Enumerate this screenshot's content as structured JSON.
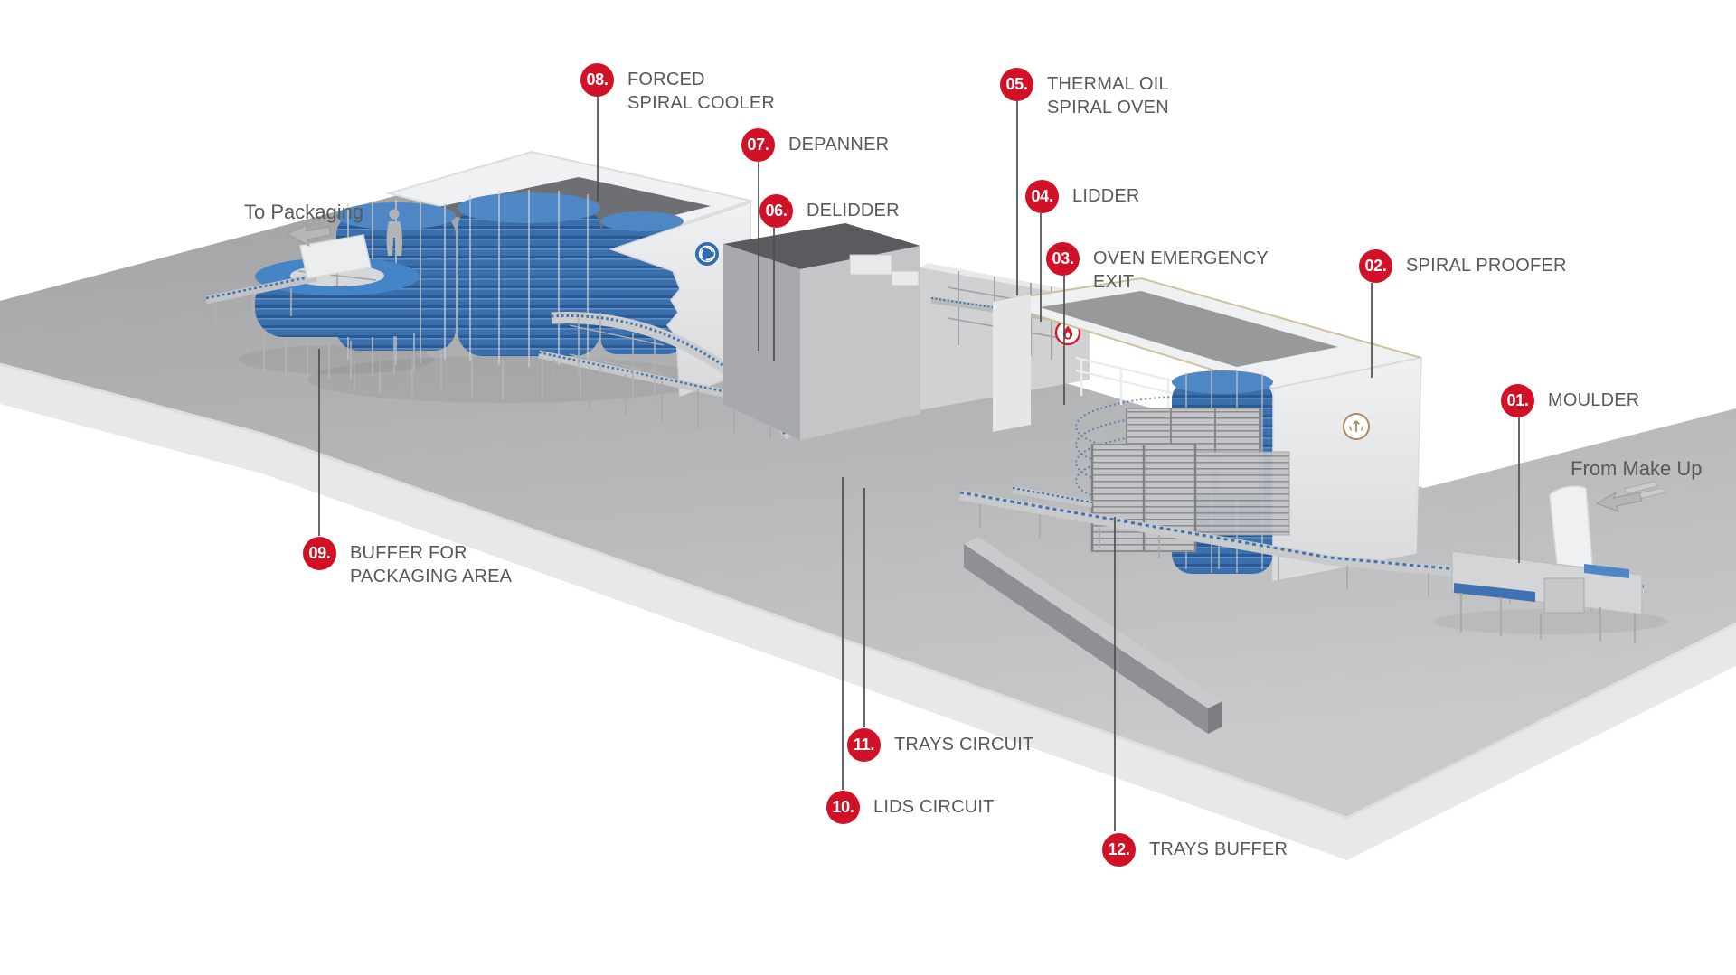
{
  "diagram": {
    "description": "Industrial bakery production line 3D overview with numbered equipment callouts",
    "flow_labels": {
      "to_packaging": "To Packaging",
      "from_make_up": "From Make Up"
    },
    "callouts": [
      {
        "number": "01.",
        "line1": "MOULDER",
        "line2": ""
      },
      {
        "number": "02.",
        "line1": "SPIRAL PROOFER",
        "line2": ""
      },
      {
        "number": "03.",
        "line1": "OVEN EMERGENCY",
        "line2": "EXIT"
      },
      {
        "number": "04.",
        "line1": "LIDDER",
        "line2": ""
      },
      {
        "number": "05.",
        "line1": "THERMAL OIL",
        "line2": "SPIRAL OVEN"
      },
      {
        "number": "06.",
        "line1": "DELIDDER",
        "line2": ""
      },
      {
        "number": "07.",
        "line1": "DEPANNER",
        "line2": ""
      },
      {
        "number": "08.",
        "line1": "FORCED",
        "line2": "SPIRAL COOLER"
      },
      {
        "number": "09.",
        "line1": "BUFFER FOR",
        "line2": "PACKAGING AREA"
      },
      {
        "number": "10.",
        "line1": "LIDS CIRCUIT",
        "line2": ""
      },
      {
        "number": "11.",
        "line1": "TRAYS CIRCUIT",
        "line2": ""
      },
      {
        "number": "12.",
        "line1": "TRAYS BUFFER",
        "line2": ""
      }
    ],
    "icons": {
      "cooler_fan": "fan-icon",
      "oven_emergency": "flame-icon",
      "proofer_logo": "spiral-logo-icon",
      "to_packaging_arrow": "to-packaging-arrow-icon",
      "from_make_up_arrow": "from-make-up-arrow-icon"
    },
    "colors": {
      "badge_red": "#d11126",
      "label_gray": "#58595b",
      "conveyor_blue": "#3e72b0",
      "floor_gray": "#b4b5b7",
      "logo_tan": "#b08a5a"
    }
  }
}
